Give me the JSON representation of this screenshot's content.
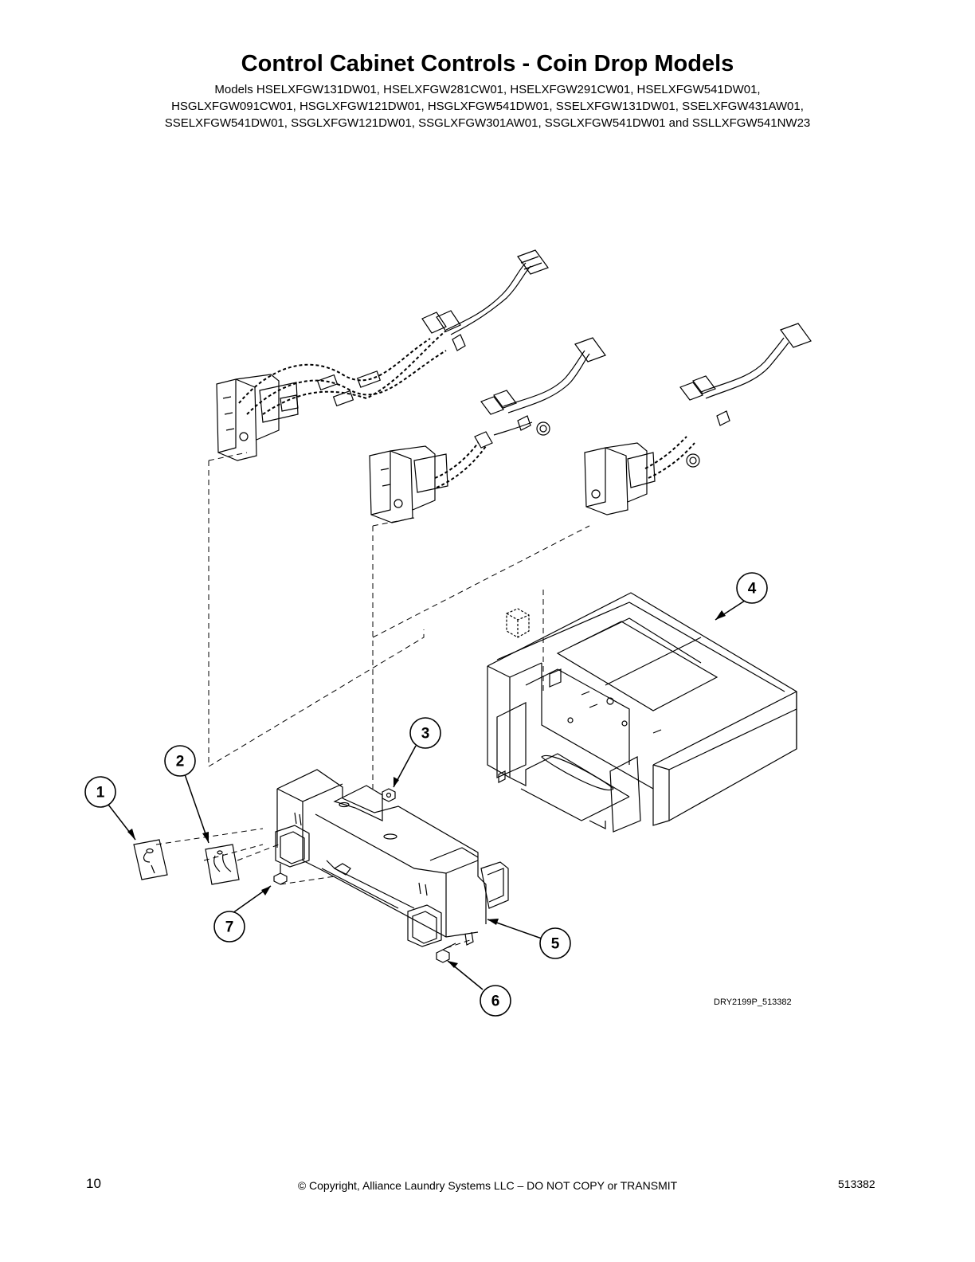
{
  "page": {
    "title": "Control Cabinet Controls - Coin Drop Models",
    "models_lines": [
      "Models HSELXFGW131DW01, HSELXFGW281CW01, HSELXFGW291CW01, HSELXFGW541DW01,",
      "HSGLXFGW091CW01, HSGLXFGW121DW01, HSGLXFGW541DW01, SSELXFGW131DW01, SSELXFGW431AW01,",
      "SSELXFGW541DW01, SSGLXFGW121DW01, SSGLXFGW301AW01, SSGLXFGW541DW01 and SSLLXFGW541NW23"
    ]
  },
  "diagram": {
    "callouts": [
      "1",
      "2",
      "3",
      "4",
      "5",
      "6",
      "7"
    ],
    "reference_code": "DRY2199P_513382"
  },
  "footer": {
    "page_number": "10",
    "copyright": "© Copyright, Alliance Laundry Systems LLC – DO NOT COPY or TRANSMIT",
    "doc_number": "513382"
  }
}
